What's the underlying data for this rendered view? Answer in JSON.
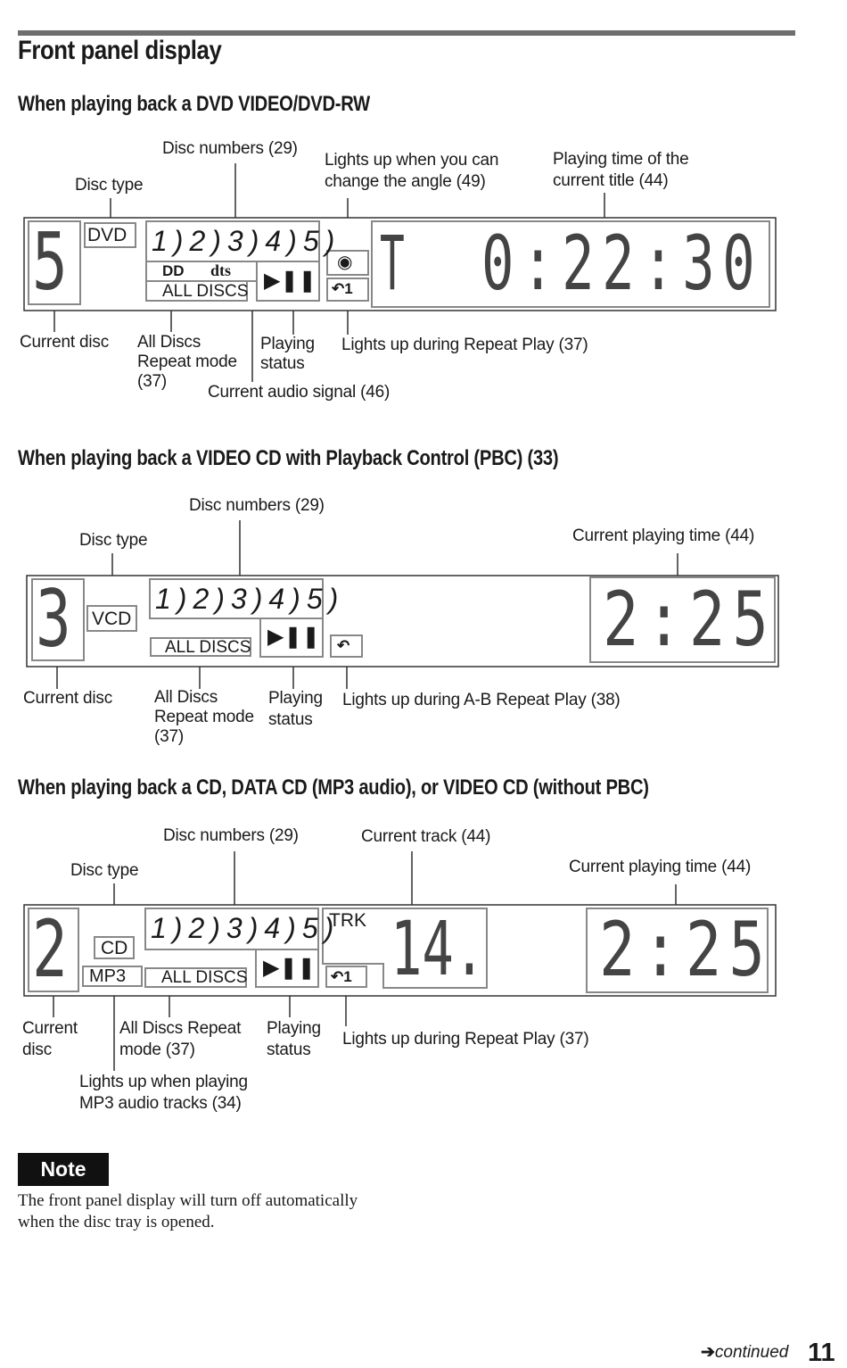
{
  "page": {
    "title": "Front panel display",
    "number": "11",
    "continued": "continued"
  },
  "dvd": {
    "heading": "When playing back a DVD VIDEO/DVD-RW",
    "display": {
      "disc": "5",
      "disc_type": "DVD",
      "discs": [
        "1",
        "2",
        "3",
        "4",
        "5"
      ],
      "all_discs": "ALL DISCS",
      "dts": "dts",
      "title_mark": "T",
      "time": "0:22:30"
    },
    "labels": {
      "disc_numbers": "Disc numbers (29)",
      "disc_type": "Disc type",
      "angle": "Lights up when you can\nchange the angle (49)",
      "playing_time": "Playing time of the\ncurrent title (44)",
      "current_disc": "Current disc",
      "all_discs_repeat": "All Discs\nRepeat mode\n(37)",
      "playing_status": "Playing\nstatus",
      "repeat_play": "Lights up during Repeat Play (37)",
      "audio_signal": "Current audio signal (46)"
    }
  },
  "vcd": {
    "heading": "When playing back a VIDEO CD with Playback Control (PBC) (33)",
    "display": {
      "disc": "3",
      "disc_type": "VCD",
      "discs": [
        "1",
        "2",
        "3",
        "4",
        "5"
      ],
      "all_discs": "ALL DISCS",
      "time": "2:25"
    },
    "labels": {
      "disc_numbers": "Disc numbers (29)",
      "disc_type": "Disc type",
      "current_playing_time": "Current playing time (44)",
      "current_disc": "Current disc",
      "all_discs_repeat": "All Discs\nRepeat mode\n(37)",
      "playing_status": "Playing\nstatus",
      "ab_repeat": "Lights up during A-B Repeat Play (38)"
    }
  },
  "cd": {
    "heading": "When playing back a CD, DATA CD (MP3 audio), or VIDEO CD (without PBC)",
    "display": {
      "disc": "2",
      "disc_type": "CD",
      "mp3": "MP3",
      "discs": [
        "1",
        "2",
        "3",
        "4",
        "5"
      ],
      "all_discs": "ALL DISCS",
      "trk": "TRK",
      "track": "14.",
      "time": "2:25"
    },
    "labels": {
      "disc_numbers": "Disc numbers (29)",
      "current_track": "Current track (44)",
      "disc_type": "Disc type",
      "current_playing_time": "Current playing time (44)",
      "current_disc": "Current\ndisc",
      "all_discs_repeat": "All Discs Repeat\nmode (37)",
      "playing_status": "Playing\nstatus",
      "repeat_play": "Lights up during Repeat Play (37)",
      "mp3_lights": "Lights up when playing\nMP3 audio tracks (34)"
    }
  },
  "note": {
    "badge": "Note",
    "text": "The front panel display will turn off automatically\nwhen the disc tray is opened."
  }
}
